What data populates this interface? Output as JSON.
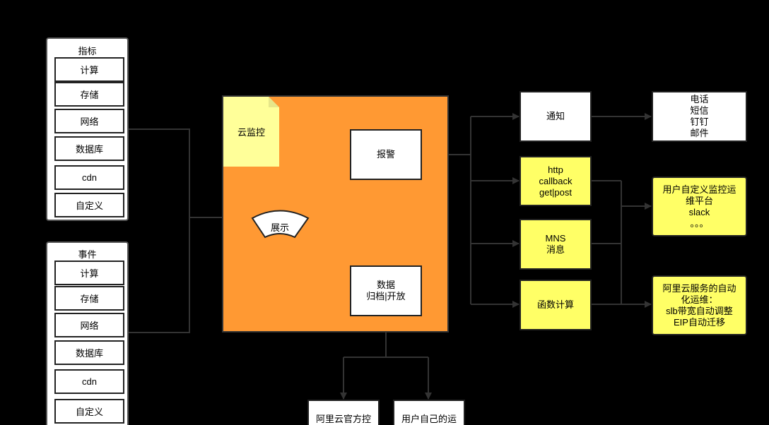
{
  "metrics_group": {
    "title": "指标",
    "items": [
      "计算",
      "存储",
      "网络",
      "数据库",
      "cdn",
      "自定义"
    ]
  },
  "events_group": {
    "title": "事件",
    "items": [
      "计算",
      "存储",
      "网络",
      "数据库",
      "cdn",
      "自定义"
    ]
  },
  "core": {
    "note": "云监控",
    "alarm": "报警",
    "display": "展示",
    "data_line1": "数据",
    "data_line2": "归档|开放"
  },
  "channels": {
    "notify": "通知",
    "http_line1": "http",
    "http_line2": "callback",
    "http_line3": "get|post",
    "mns_line1": "MNS",
    "mns_line2": "消息",
    "fc": "函数计算"
  },
  "targets": {
    "contact_line1": "电话",
    "contact_line2": "短信",
    "contact_line3": "钉钉",
    "contact_line4": "邮件",
    "user_line1": "用户自定义监控运",
    "user_line2": "维平台",
    "user_line3": "slack",
    "user_line4": "。。。",
    "aliyun_line1": "阿里云服务的自动",
    "aliyun_line2": "化运维：",
    "aliyun_line3": "slb带宽自动调整",
    "aliyun_line4": "EIP自动迁移"
  },
  "bottom": {
    "left": "阿里云官方控",
    "right": "用户自己的运"
  }
}
